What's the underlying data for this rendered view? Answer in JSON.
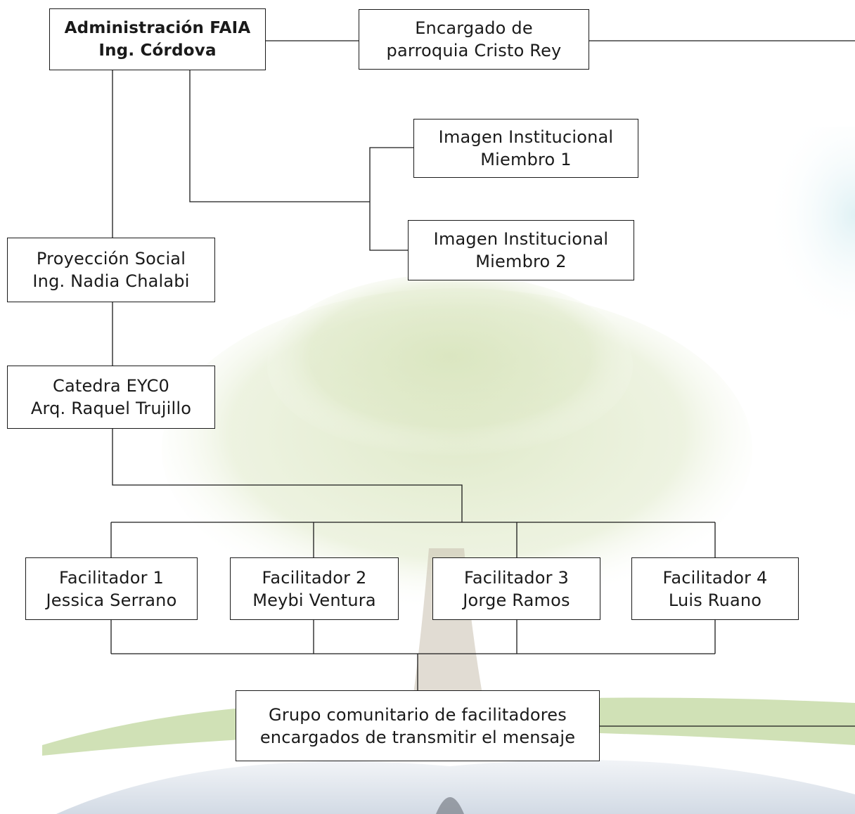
{
  "diagram": {
    "type": "org-chart",
    "nodes": {
      "admin": {
        "line1": "Administración FAIA",
        "line2": "Ing. Córdova"
      },
      "parroquia": {
        "line1": "Encargado de",
        "line2": "parroquia Cristo Rey"
      },
      "imagen1": {
        "line1": "Imagen Institucional",
        "line2": "Miembro 1"
      },
      "imagen2": {
        "line1": "Imagen Institucional",
        "line2": "Miembro 2"
      },
      "proyeccion": {
        "line1": "Proyección Social",
        "line2": "Ing. Nadia Chalabi"
      },
      "catedra": {
        "line1": "Catedra EYC0",
        "line2": "Arq. Raquel Trujillo"
      },
      "facilitador1": {
        "line1": "Facilitador 1",
        "line2": "Jessica Serrano"
      },
      "facilitador2": {
        "line1": "Facilitador 2",
        "line2": "Meybi Ventura"
      },
      "facilitador3": {
        "line1": "Facilitador 3",
        "line2": "Jorge Ramos"
      },
      "facilitador4": {
        "line1": "Facilitador 4",
        "line2": "Luis Ruano"
      },
      "grupo": {
        "line1": "Grupo comunitario de facilitadores",
        "line2": "encargados de transmitir el mensaje"
      }
    },
    "edges": [
      [
        "admin",
        "parroquia"
      ],
      [
        "admin",
        "imagen1"
      ],
      [
        "admin",
        "imagen2"
      ],
      [
        "admin",
        "proyeccion"
      ],
      [
        "proyeccion",
        "catedra"
      ],
      [
        "catedra",
        "facilitador1"
      ],
      [
        "catedra",
        "facilitador2"
      ],
      [
        "catedra",
        "facilitador3"
      ],
      [
        "catedra",
        "facilitador4"
      ],
      [
        "facilitador1",
        "grupo"
      ],
      [
        "facilitador2",
        "grupo"
      ],
      [
        "facilitador3",
        "grupo"
      ],
      [
        "facilitador4",
        "grupo"
      ]
    ]
  },
  "colors": {
    "line": "#1a1a1a",
    "box_border": "#1a1a1a",
    "tree_foliage": "#c9d9a8",
    "grass": "#9cc06a",
    "book": "#d8dde6"
  }
}
